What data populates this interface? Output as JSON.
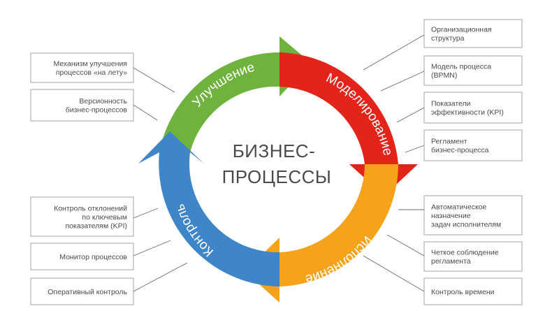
{
  "center": {
    "line1": "БИЗНЕС-",
    "line2": "ПРОЦЕССЫ"
  },
  "stages": {
    "improvement": "Улучшение",
    "modeling": "Моделирование",
    "execution": "Исполнение",
    "control": "Контроль"
  },
  "colors": {
    "improvement": "#6fb23e",
    "modeling": "#e3241b",
    "execution": "#f5a31a",
    "control": "#3f86c9"
  },
  "left_boxes": [
    {
      "lines": [
        "Механизм улучшения",
        "процессов «на лету»"
      ]
    },
    {
      "lines": [
        "Версионность",
        "бизнес-процессов"
      ]
    },
    {
      "lines": [
        "Контроль отклонений",
        "по ключевым",
        "показателям (KPI)"
      ]
    },
    {
      "lines": [
        "Монитор процессов"
      ]
    },
    {
      "lines": [
        "Оперативный контроль"
      ]
    }
  ],
  "right_boxes": [
    {
      "lines": [
        "Организационная",
        "структура"
      ]
    },
    {
      "lines": [
        "Модель процесса",
        "(BPMN)"
      ]
    },
    {
      "lines": [
        "Показатели",
        "эффективности (KPI)"
      ]
    },
    {
      "lines": [
        "Регламент",
        "бизнес-процесса"
      ]
    },
    {
      "lines": [
        "Автоматическое",
        "назначение",
        "задач исполнителям"
      ]
    },
    {
      "lines": [
        "Четкое соблюдение",
        "регламента"
      ]
    },
    {
      "lines": [
        "Контроль времени"
      ]
    }
  ]
}
